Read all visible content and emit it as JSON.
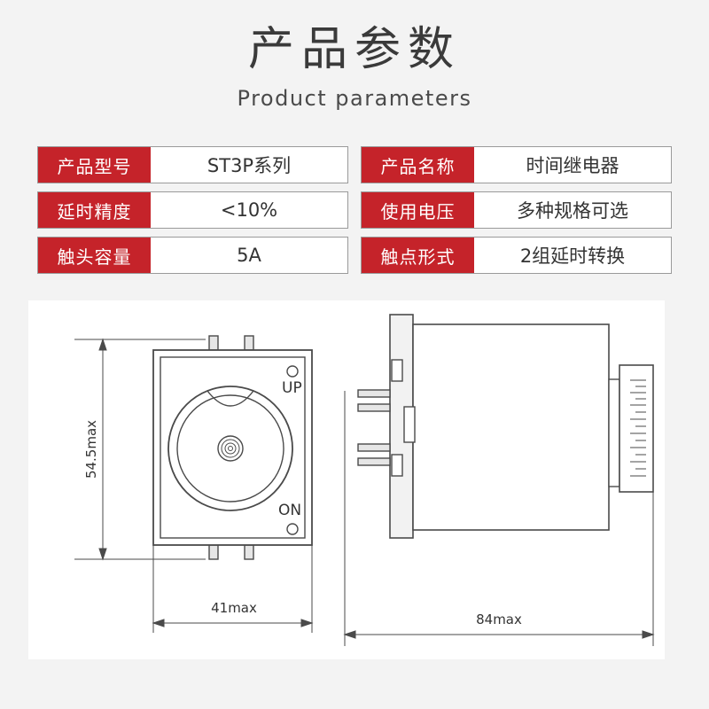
{
  "header": {
    "title": "产品参数",
    "subtitle": "Product parameters"
  },
  "params": [
    {
      "key": "产品型号",
      "value": "ST3P系列"
    },
    {
      "key": "产品名称",
      "value": "时间继电器"
    },
    {
      "key": "延时精度",
      "value": "<10%"
    },
    {
      "key": "使用电压",
      "value": "多种规格可选"
    },
    {
      "key": "触头容量",
      "value": "5A"
    },
    {
      "key": "触点形式",
      "value": "2组延时转换"
    }
  ],
  "drawing": {
    "front": {
      "height_label": "54.5max",
      "width_label": "41max",
      "up_label": "UP",
      "on_label": "ON"
    },
    "side": {
      "length_label": "84max"
    }
  },
  "colors": {
    "accent": "#c5232a",
    "label_text": "#ffffff",
    "value_text": "#333333",
    "line": "#4a4a4a"
  }
}
